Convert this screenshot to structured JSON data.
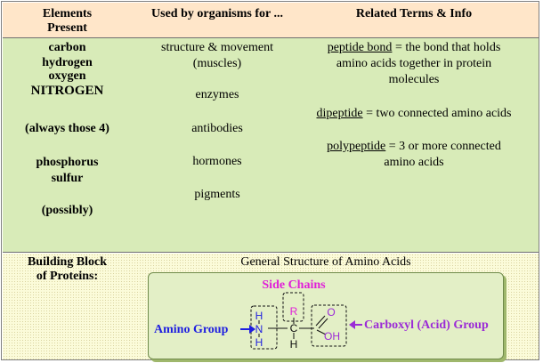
{
  "header": {
    "col1": [
      "Elements",
      "Present"
    ],
    "col2": "Used by organisms for ...",
    "col3": "Related Terms & Info"
  },
  "elements": [
    "carbon",
    "hydrogen",
    "oxygen",
    "NITROGEN",
    "(always those 4)",
    "phosphorus",
    "sulfur",
    "(possibly)"
  ],
  "uses": [
    "structure & movement",
    "(muscles)",
    "enzymes",
    "antibodies",
    "hormones",
    "pigments"
  ],
  "terms": [
    {
      "term": "peptide bond",
      "def_lines": [
        " = the bond that holds",
        "amino acids together in protein",
        "molecules"
      ]
    },
    {
      "term": "dipeptide",
      "def_lines": [
        " = two connected amino acids"
      ]
    },
    {
      "term": "polypeptide",
      "def_lines": [
        " = 3 or more connected",
        "amino acids"
      ]
    }
  ],
  "bottom": {
    "label": [
      "Building Block",
      "of Proteins:"
    ],
    "structure_title": "General Structure of Amino Acids",
    "side_chains": "Side Chains",
    "amino_group": "Amino Group",
    "carboxyl_group": "Carboxyl (Acid) Group",
    "atoms": {
      "H_top": "H",
      "N": "N",
      "H_bottom": "H",
      "R": "R",
      "C": "C",
      "H_alpha": "H",
      "O_double": "O",
      "OH": "OH"
    }
  },
  "colors": {
    "header_bg": "#ffe6c9",
    "body_bg": "#d8ebb8",
    "footer_bg": "#fbfbd9",
    "blue_label": "#1f1fe0",
    "purple_label": "#9b2bd6",
    "magenta": "#e01fd8"
  }
}
